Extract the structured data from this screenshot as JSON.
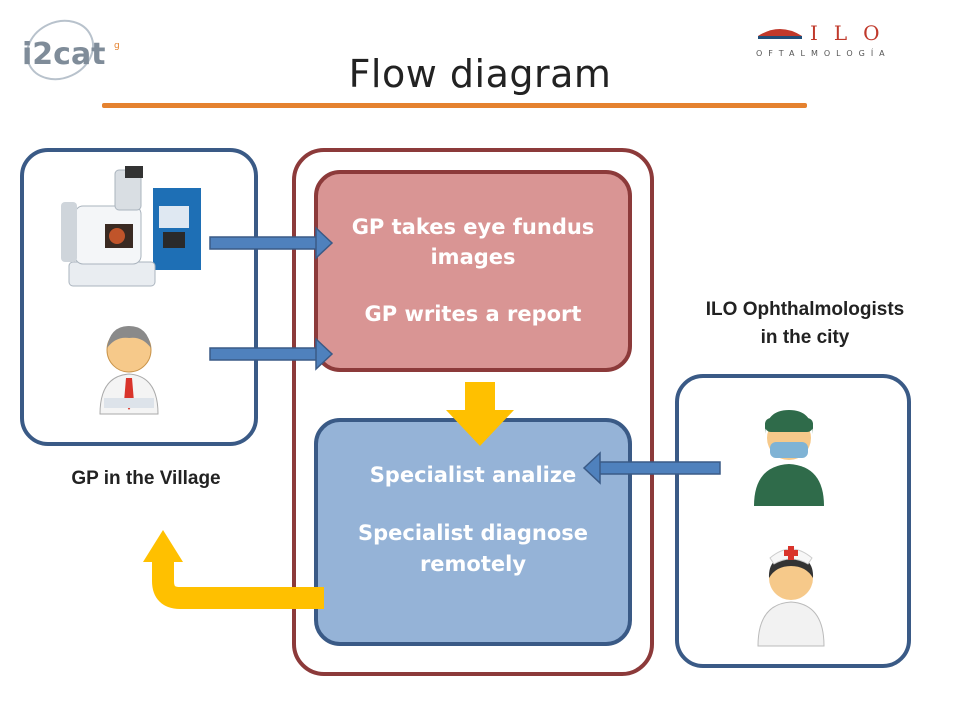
{
  "title": "Flow diagram",
  "logos": {
    "i2cat_text": "i2cat",
    "ilo_text": "ILO",
    "ilo_sub": "OFTALMOLOGÍA"
  },
  "gp_box": {
    "line1": "GP takes eye fundus",
    "line2": "images",
    "line3": "GP writes a report"
  },
  "specialist_box": {
    "line1": "Specialist analize",
    "line2": "Specialist diagnose",
    "line3": "remotely"
  },
  "labels": {
    "gp_village": "GP in the Village",
    "ilo_line1": "ILO Ophthalmologists",
    "ilo_line2": "in the city"
  },
  "colors": {
    "title_rule": "#e5822f",
    "gp_box_fill": "#d99594",
    "specialist_box_fill": "#95b3d7",
    "frame_blue": "#3a5a86",
    "frame_red": "#8c3a3a",
    "arrow_blue": "#4f81bd",
    "arrow_yellow": "#ffc000"
  }
}
